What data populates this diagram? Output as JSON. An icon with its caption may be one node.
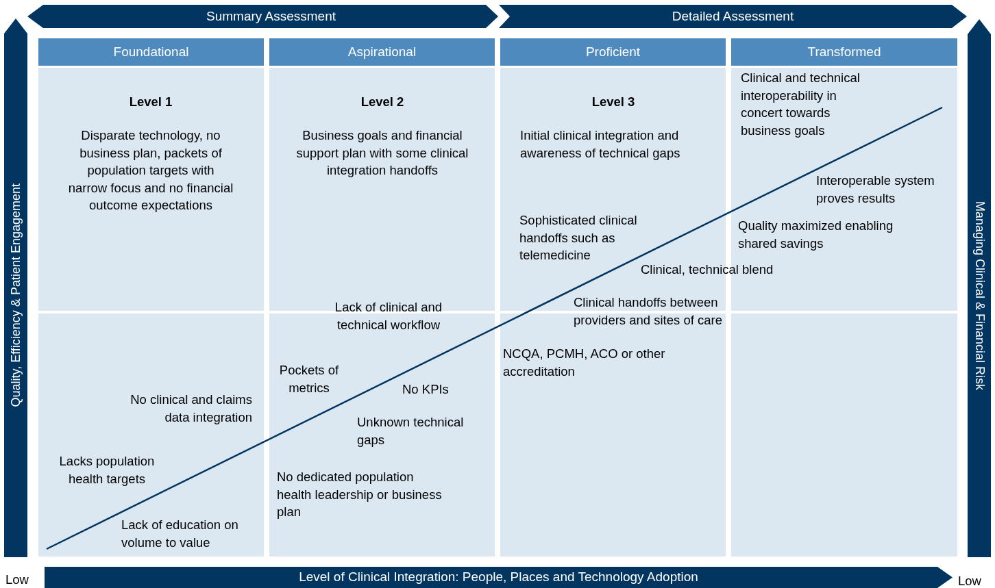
{
  "diagram": {
    "nodes": [
      {
        "text": [
          "Summary Assessment"
        ]
      },
      {
        "text": [
          "Detailed Assessment"
        ]
      },
      {
        "text": [
          "Quality, Efficiency & Patient Engagement"
        ]
      },
      {
        "text": [
          "Managing Clinical & Financial Risk"
        ]
      },
      {
        "text": [
          "Foundational"
        ]
      },
      {
        "text": [
          "Aspirational"
        ]
      },
      {
        "text": [
          "Proficient"
        ]
      },
      {
        "text": [
          "Transformed"
        ]
      },
      {
        "text": [
          "Level 1",
          "Disparate technology, no business plan, packets of population targets with narrow focus and no financial outcome expectations"
        ]
      },
      {
        "text": [
          "Level 2",
          "Business goals and financial support plan with some clinical integration handoffs"
        ]
      },
      {
        "text": [
          "Level 3",
          "Initial clinical integration and awareness of technical gaps",
          "Sophisticated clinical handoffs such as telemedicine"
        ]
      },
      {
        "text": [
          "Clinical and technical interoperability in concert towards business goals",
          "Interoperable system proves results",
          "Quality maximized enabling shared savings"
        ]
      },
      {
        "text": [
          "No clinical and claims data integration",
          "Lacks population health targets",
          "Lack of education on volume to value"
        ]
      },
      {
        "text": [
          "Pockets of metrics",
          "No KPIs",
          "Unknown technical gaps",
          "No dedicated population health leadership or business plan"
        ]
      },
      {
        "text": [
          "NCQA, PCMH, ACO or other accreditation"
        ]
      },
      {
        "text": [],
        "shape": "box"
      },
      {
        "text": [
          "Level of Clinical Integration: People, Places and Technology Adoption"
        ]
      }
    ],
    "labels": [
      "Clinical, technical blend",
      "Lack of clinical and technical workflow",
      "Clinical handoffs between providers and sites of care",
      "Low",
      "Low"
    ]
  }
}
